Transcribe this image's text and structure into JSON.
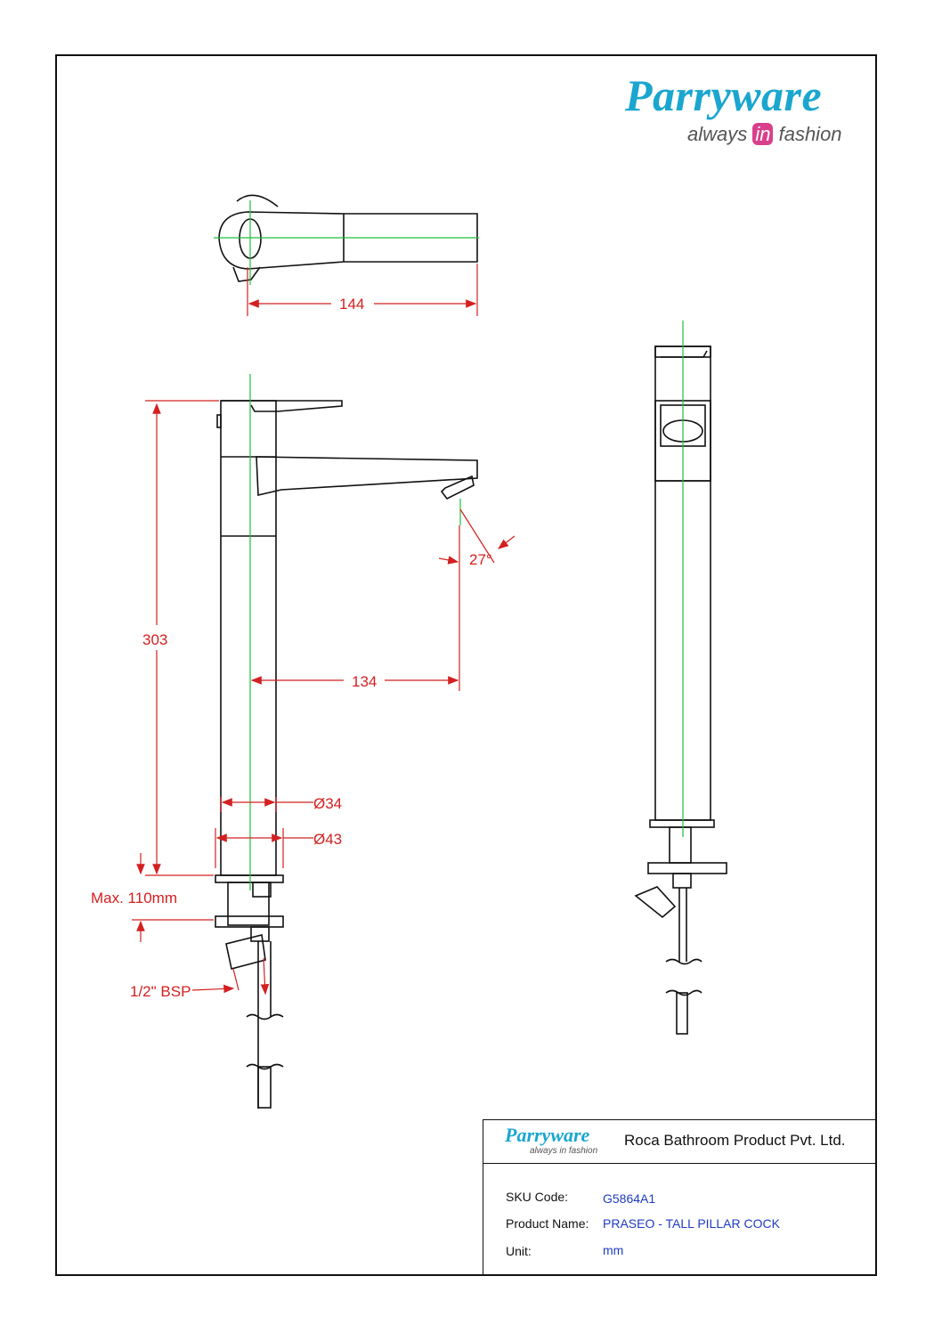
{
  "brand": {
    "name": "Parryware",
    "tagline_pre": "always ",
    "tagline_hl": "in",
    "tagline_post": " fashion"
  },
  "dimensions": {
    "spout_length_top": "144",
    "height": "303",
    "spout_reach": "134",
    "spout_angle": "27°",
    "body_diameter": "Ø34",
    "flange_diameter": "Ø43",
    "max_counter": "Max. 110mm",
    "thread": "1/2\" BSP"
  },
  "title_block": {
    "logo_name": "Parryware",
    "logo_tag": "always in fashion",
    "company": "Roca Bathroom Product Pvt. Ltd.",
    "sku_label": "SKU Code:",
    "sku_value": "G5864A1",
    "product_label": "Product Name:",
    "product_value": "PRASEO - TALL PILLAR COCK",
    "unit_label": "Unit:",
    "unit_value": "mm"
  },
  "colors": {
    "dimension": "#d32020",
    "centerline": "#1fbf3a",
    "brand": "#1aa6cf",
    "accent": "#d9408c",
    "value_text": "#1f3bbf"
  }
}
